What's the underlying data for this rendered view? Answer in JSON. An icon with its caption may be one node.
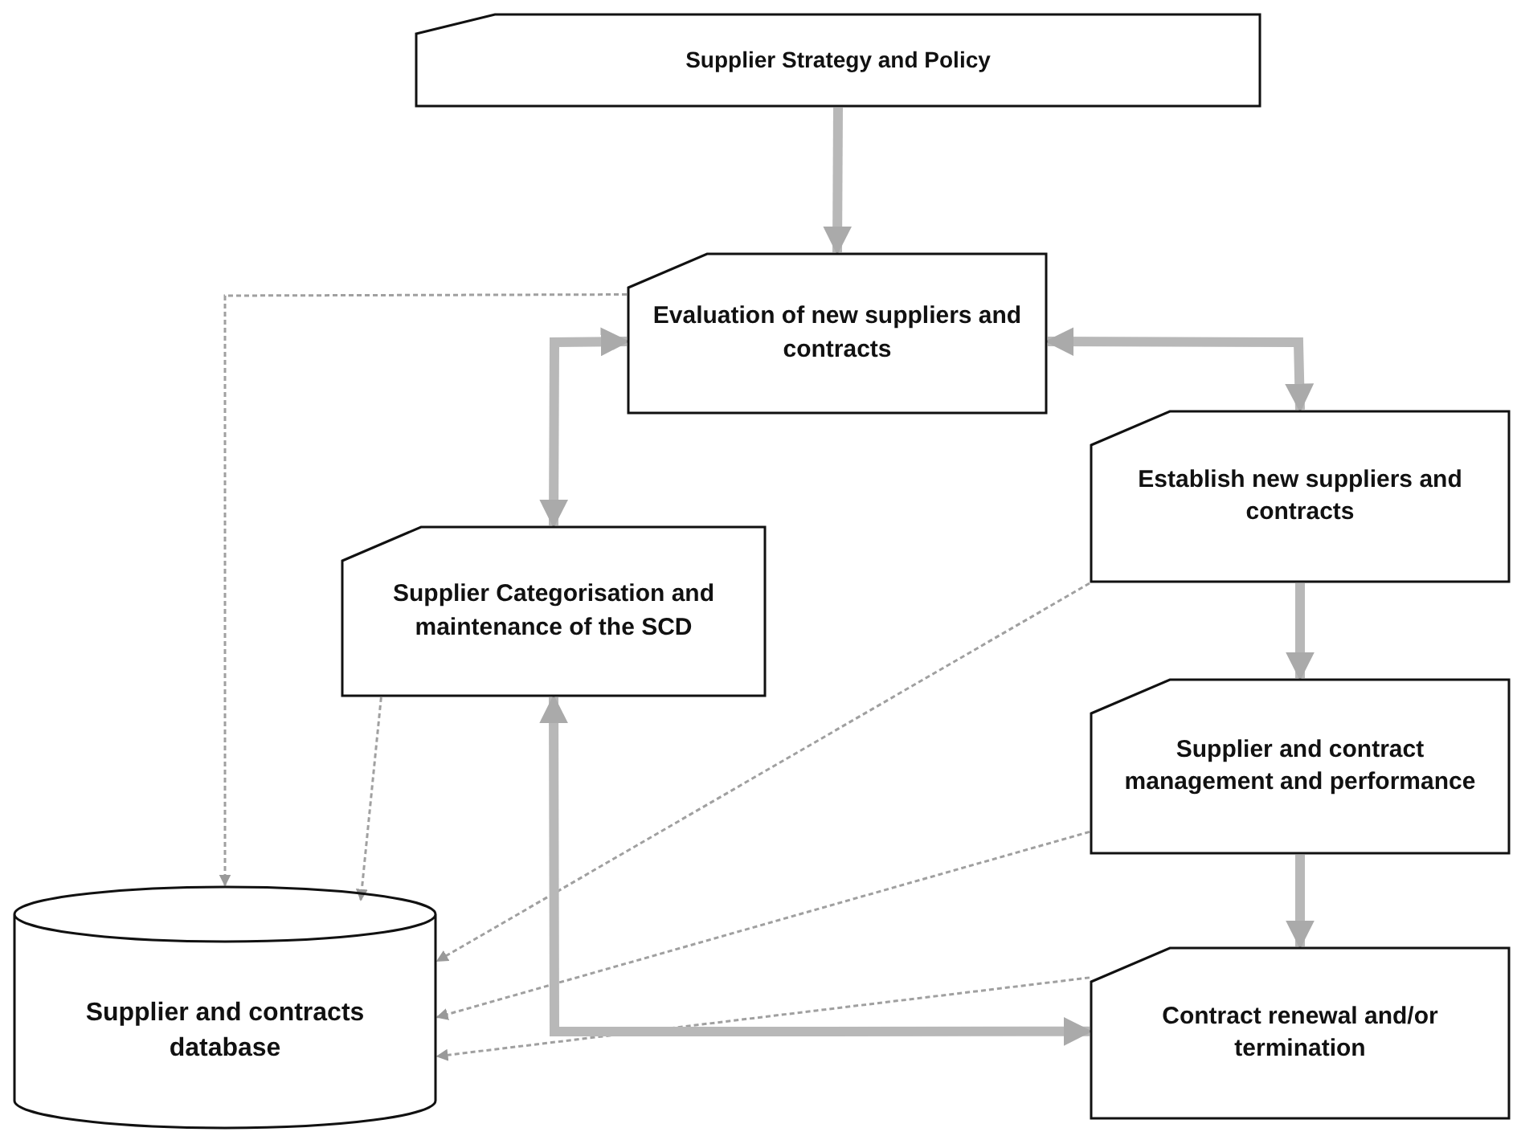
{
  "diagram": {
    "nodes": [
      {
        "text": [
          "Supplier Strategy and Policy"
        ]
      },
      {
        "text": [
          "Evaluation of new suppliers and contracts"
        ]
      },
      {
        "text": [
          "Supplier Categorisation and maintenance of the SCD"
        ]
      },
      {
        "text": [
          "Establish new suppliers and contracts"
        ]
      },
      {
        "text": [
          "Supplier and contract management and performance"
        ]
      },
      {
        "text": [
          "Contract renewal and/or termination"
        ]
      },
      {
        "text": [
          "Supplier and contracts database"
        ]
      }
    ],
    "edges": [
      {
        "from": 0,
        "to": 1,
        "arrow": "to"
      },
      {
        "from": 1,
        "to": 6,
        "arrow": "to",
        "style": "dashed"
      },
      {
        "from": 2,
        "to": 1,
        "arrow": "both"
      },
      {
        "from": 1,
        "to": 3,
        "arrow": "both"
      },
      {
        "from": 3,
        "to": 4,
        "arrow": "to"
      },
      {
        "from": 4,
        "to": 5,
        "arrow": "to"
      },
      {
        "from": 2,
        "to": 6,
        "arrow": "to",
        "style": "dashed"
      },
      {
        "from": 3,
        "to": 6,
        "arrow": "to",
        "style": "dashed"
      },
      {
        "from": 4,
        "to": 6,
        "arrow": "to",
        "style": "dashed"
      },
      {
        "from": 5,
        "to": 6,
        "arrow": "to",
        "style": "dashed"
      },
      {
        "from": 2,
        "to": 5,
        "arrow": "both"
      }
    ]
  }
}
